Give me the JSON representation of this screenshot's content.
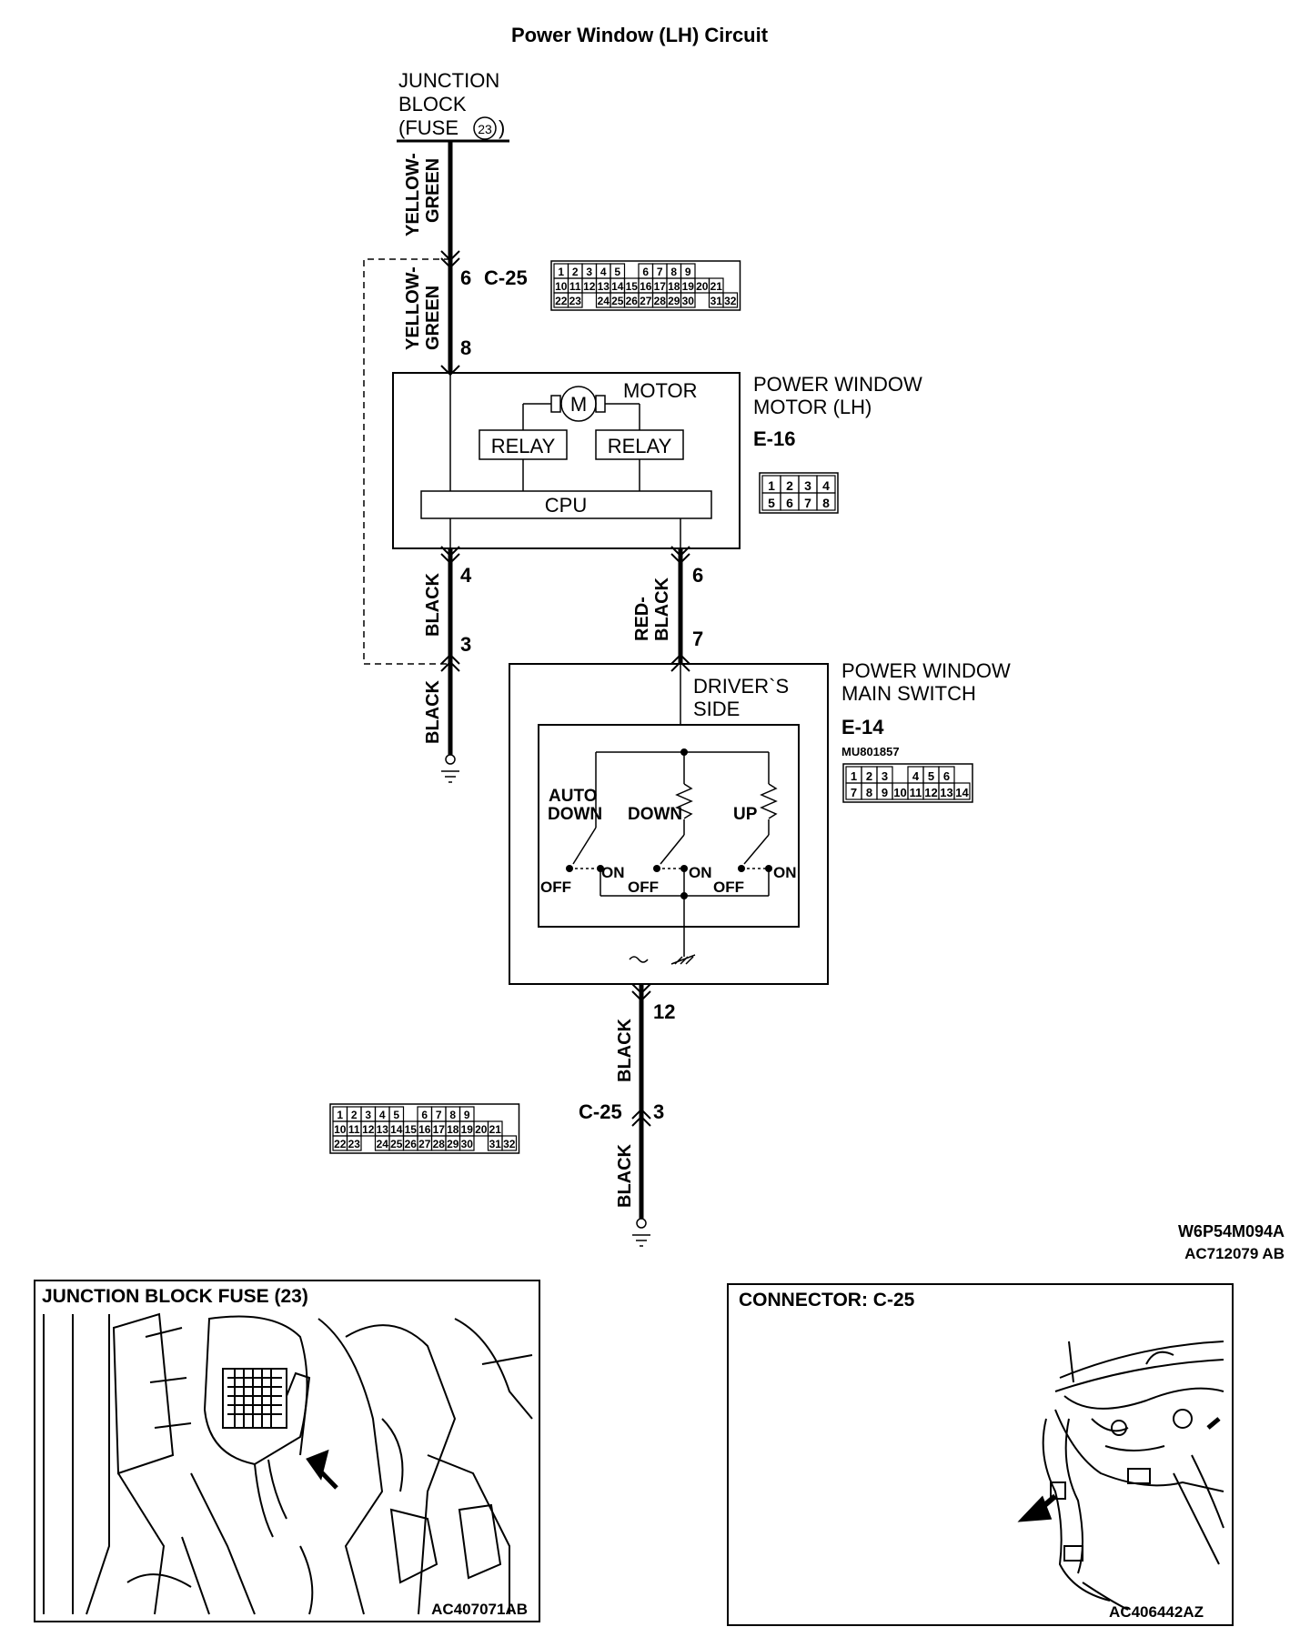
{
  "title": "Power Window (LH) Circuit",
  "junction_block": {
    "line1": "JUNCTION",
    "line2": "BLOCK",
    "line3a": "(FUSE",
    "fuse_no": "23",
    "line3b": ")"
  },
  "wires": {
    "yellow_green": [
      "YELLOW-",
      "GREEN"
    ],
    "black": "BLACK",
    "red_black": [
      "RED-",
      "BLACK"
    ]
  },
  "pins": {
    "c25_top": "6",
    "c25_top_conn": "C-25",
    "motor_in": "8",
    "motor_out_black": "4",
    "switch_black": "3",
    "motor_out_red": "6",
    "switch_in": "7",
    "switch_out": "12",
    "c25_bottom": "3",
    "c25_bottom_conn": "C-25"
  },
  "connector_c25": {
    "rows": [
      [
        "1",
        "2",
        "3",
        "4",
        "5",
        "",
        "6",
        "7",
        "8",
        "9"
      ],
      [
        "10",
        "11",
        "12",
        "13",
        "14",
        "15",
        "16",
        "17",
        "18",
        "19",
        "20",
        "21"
      ],
      [
        "22",
        "23",
        "",
        "24",
        "25",
        "26",
        "27",
        "28",
        "29",
        "30",
        "",
        "31",
        "32"
      ]
    ]
  },
  "motor": {
    "name_line1": "POWER WINDOW",
    "name_line2": "MOTOR (LH)",
    "connector": "E-16",
    "motor_label": "MOTOR",
    "motor_symbol": "M",
    "relay1": "RELAY",
    "relay2": "RELAY",
    "cpu": "CPU",
    "pins": [
      [
        "1",
        "2",
        "3",
        "4"
      ],
      [
        "5",
        "6",
        "7",
        "8"
      ]
    ]
  },
  "switch": {
    "name_line1": "POWER WINDOW",
    "name_line2": "MAIN SWITCH",
    "connector": "E-14",
    "part_no": "MU801857",
    "drivers_side_1": "DRIVER`S",
    "drivers_side_2": "SIDE",
    "auto_down_1": "AUTO",
    "auto_down_2": "DOWN",
    "down": "DOWN",
    "up": "UP",
    "off": "OFF",
    "on": "ON",
    "pins": [
      [
        "1",
        "2",
        "3",
        "",
        "4",
        "5",
        "6"
      ],
      [
        "7",
        "8",
        "9",
        "10",
        "11",
        "12",
        "13",
        "14"
      ]
    ]
  },
  "codes": {
    "diagram_code": "W6P54M094A",
    "figure_code": "AC712079 AB"
  },
  "panels": {
    "junction_fuse": {
      "title": "JUNCTION BLOCK FUSE (23)",
      "code": "AC407071AB"
    },
    "connector": {
      "title": "CONNECTOR: C-25",
      "code": "AC406442AZ"
    }
  }
}
